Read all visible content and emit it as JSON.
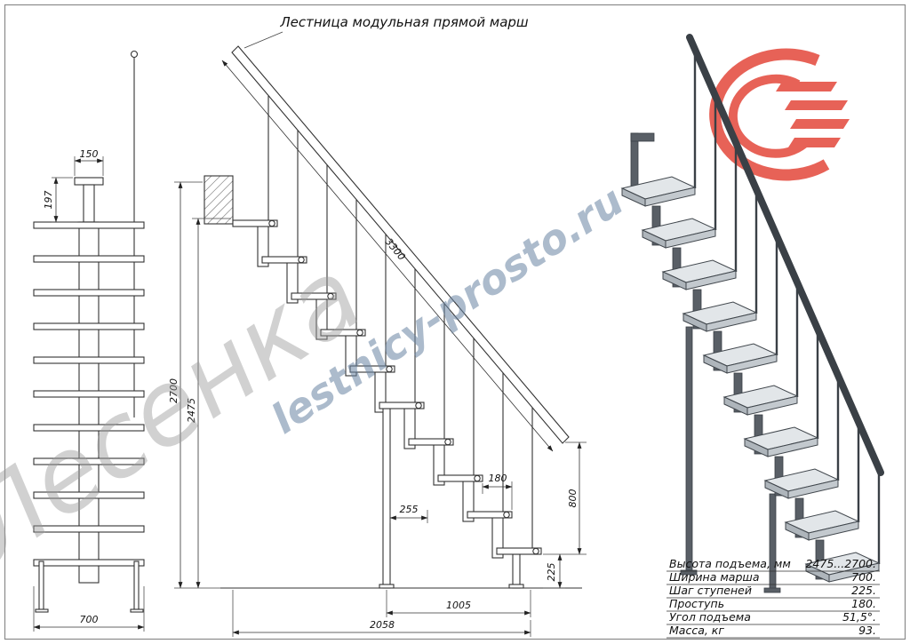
{
  "title": "Лестница модульная прямой марш",
  "watermarks": {
    "big": "Лесенка",
    "site": "lestnicy-prosto.ru"
  },
  "dims": {
    "front_top_width": "150",
    "front_bracket_height": "197",
    "front_width": "700",
    "total_height": "2700",
    "height_to_top_step": "2475",
    "rail_length": "3300",
    "going": "180",
    "module_spacing": "255",
    "rail_end_height": "800",
    "step_rise": "225",
    "bottom_span": "1005",
    "total_run": "2058"
  },
  "spec_table": {
    "rows": [
      {
        "label": "Высота подъема, мм",
        "value": "2475...2700."
      },
      {
        "label": "Ширина марша",
        "value": "700."
      },
      {
        "label": "Шаг ступеней",
        "value": "225."
      },
      {
        "label": "Проступь",
        "value": "180."
      },
      {
        "label": "Угол подъема",
        "value": "51,5°."
      },
      {
        "label": "Масса, кг",
        "value": "93."
      }
    ]
  },
  "colors": {
    "logo_red": "#e23b2e",
    "watermark_gray": "#9a9a9a",
    "watermark_blue": "#6a85a3",
    "line": "#333333"
  }
}
